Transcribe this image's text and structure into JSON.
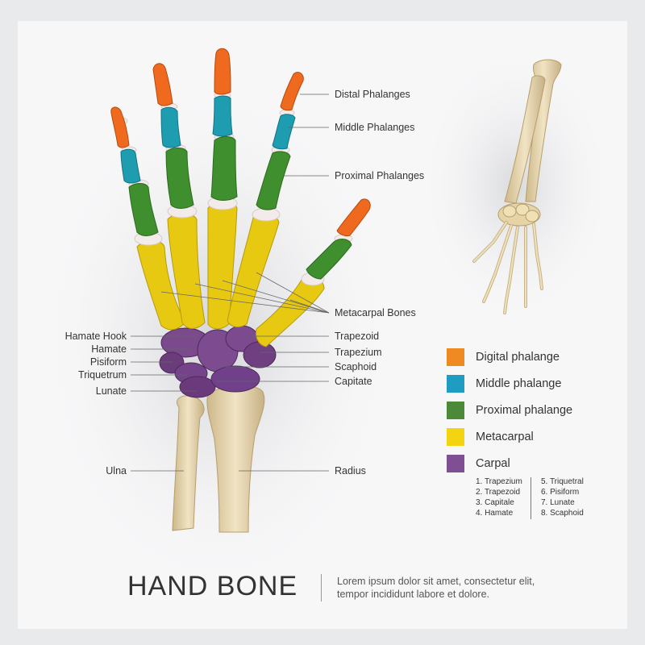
{
  "labels": {
    "distal": "Distal Phalanges",
    "middle": "Middle Phalanges",
    "proximal": "Proximal Phalanges",
    "metacarpal": "Metacarpal Bones",
    "trapezoid": "Trapezoid",
    "trapezium": "Trapezium",
    "scaphoid": "Scaphoid",
    "capitate": "Capitate",
    "radius": "Radius",
    "hamate_hook": "Hamate Hook",
    "hamate": "Hamate",
    "pisiform": "Pisiform",
    "triquetrum": "Triquetrum",
    "lunate": "Lunate",
    "ulna": "Ulna"
  },
  "legend": [
    {
      "label": "Digital phalange",
      "color": "#ef8a23"
    },
    {
      "label": "Middle phalange",
      "color": "#1e9cc2"
    },
    {
      "label": "Proximal phalange",
      "color": "#4c8a3a"
    },
    {
      "label": "Metacarpal",
      "color": "#f3d312"
    },
    {
      "label": "Carpal",
      "color": "#7e4f93"
    }
  ],
  "carpal_list_left": [
    "1. Trapezium",
    "2. Trapezoid",
    "3. Capitale",
    "4. Hamate"
  ],
  "carpal_list_right": [
    "5. Triquetral",
    "6. Pisiform",
    "7. Lunate",
    "8. Scaphoid"
  ],
  "title": "HAND BONE",
  "description": "Lorem ipsum dolor sit amet, consectetur elit, tempor incididunt labore et dolore.",
  "colors": {
    "distal": "#ef6a1e",
    "middle": "#1e9cb0",
    "proximal": "#3f8f2e",
    "metacarpal": "#e9cc10",
    "carpal": "#6e3f7c",
    "bone": "#e2cfa2",
    "cartilage": "#f2e8e8"
  }
}
